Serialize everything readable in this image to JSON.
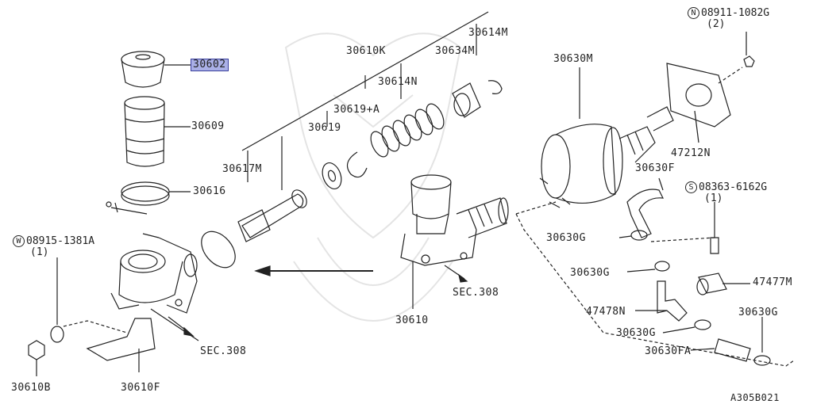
{
  "labels": {
    "p30602": "30602",
    "p30609": "30609",
    "p30616": "30616",
    "p30617M": "30617M",
    "p30619": "30619",
    "p30619A": "30619+A",
    "p30610K": "30610K",
    "p30614N": "30614N",
    "p30634M": "30634M",
    "p30614M": "30614M",
    "p30630M": "30630M",
    "p47212N": "47212N",
    "p30630F": "30630F",
    "p30630G_a": "30630G",
    "p30630G_b": "30630G",
    "p30630G_c": "30630G",
    "p30630G_d": "30630G",
    "p47477M": "47477M",
    "p47478N": "47478N",
    "p30630FA": "30630FA",
    "p30610": "30610",
    "p30610B": "30610B",
    "p30610F": "30610F",
    "sec308_a": "SEC.308",
    "sec308_b": "SEC.308",
    "diagram_code": "A305B021"
  },
  "fasteners": {
    "n_code": "08911-1082G",
    "n_qty": "(2)",
    "n_prefix": "N",
    "s_code": "08363-6162G",
    "s_qty": "(1)",
    "s_prefix": "S",
    "w_code": "08915-1381A",
    "w_qty": "(1)",
    "w_prefix": "W"
  },
  "highlight_color": "#aab0e6"
}
